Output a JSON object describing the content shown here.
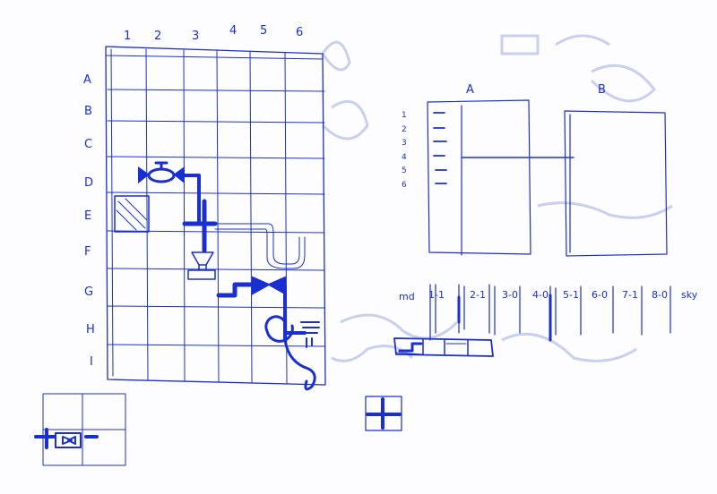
{
  "grid": {
    "columns": [
      "1",
      "2",
      "3",
      "4",
      "5",
      "6"
    ],
    "rows": [
      "A",
      "B",
      "C",
      "D",
      "E",
      "F",
      "G",
      "H",
      "I"
    ]
  },
  "panels": {
    "left_label": "A",
    "right_label": "B",
    "line_numbers": [
      "1",
      "2",
      "3",
      "4",
      "5",
      "6"
    ]
  },
  "sequence": {
    "prefix": "md",
    "tokens": [
      "1-1",
      "2-1",
      "3-0",
      "4-0",
      "5-1",
      "6-0",
      "7-1",
      "8-0"
    ],
    "suffix": "sky"
  },
  "colors": {
    "ink": "#1a2fd0",
    "ghost": "#c9cfee",
    "paper": "#fdfdff"
  }
}
